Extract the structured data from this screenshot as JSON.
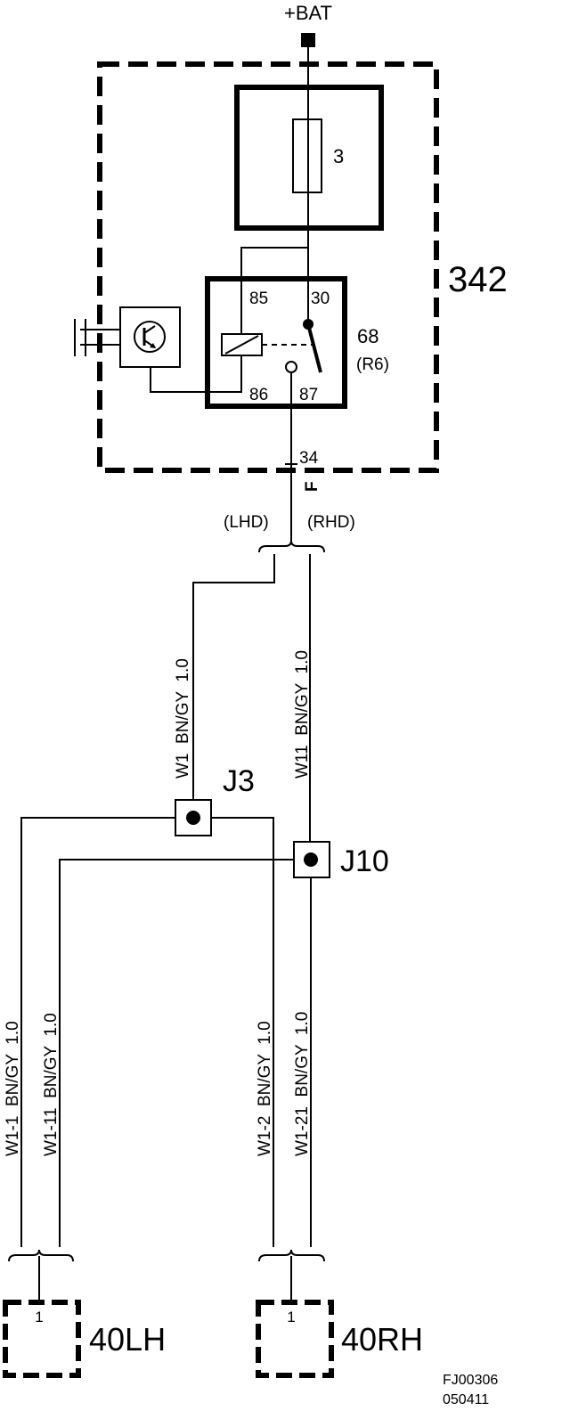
{
  "supply": {
    "label": "+BAT"
  },
  "module": {
    "id": "342",
    "fuse": {
      "number": "3"
    },
    "relay": {
      "id": "68",
      "ref": "(R6)",
      "pins": {
        "p85": "85",
        "p30": "30",
        "p86": "86",
        "p87": "87"
      }
    }
  },
  "connector_f": {
    "pin": "34",
    "letter": "F"
  },
  "variants": {
    "lhd": "(LHD)",
    "rhd": "(RHD)"
  },
  "wires": {
    "w1": "W1  BN/GY  1.0",
    "w11": "W11  BN/GY  1.0",
    "w1_1": "W1-1  BN/GY  1.0",
    "w1_11": "W1-11  BN/GY  1.0",
    "w1_2": "W1-2  BN/GY  1.0",
    "w1_21": "W1-21  BN/GY  1.0"
  },
  "junctions": {
    "j3": "J3",
    "j10": "J10"
  },
  "loads": {
    "lh": {
      "label": "40LH",
      "pin": "1"
    },
    "rh": {
      "label": "40RH",
      "pin": "1"
    }
  },
  "figure_code": {
    "line1": "FJ00306",
    "line2": "050411"
  },
  "colors": {
    "ink": "#000000",
    "paper": "#ffffff"
  }
}
